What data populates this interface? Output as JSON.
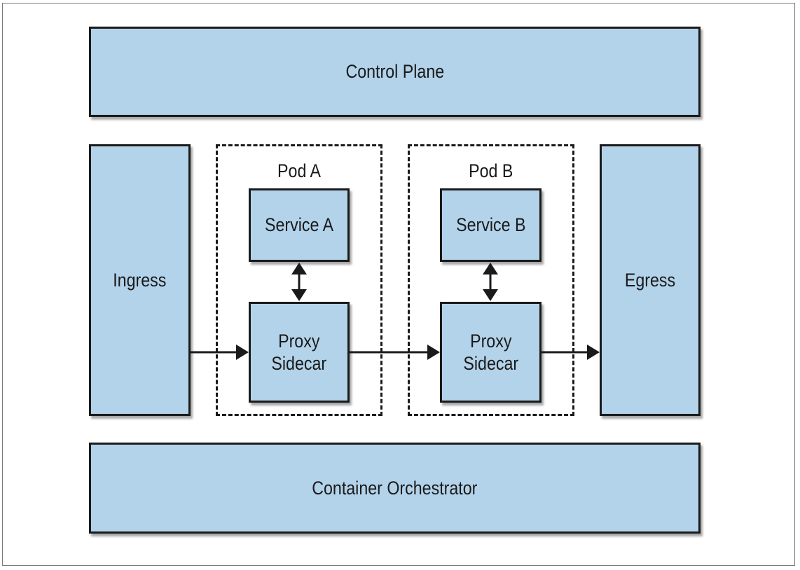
{
  "diagram": {
    "control_plane": "Control Plane",
    "container_orchestrator": "Container Orchestrator",
    "ingress": "Ingress",
    "egress": "Egress",
    "pod_a": {
      "title": "Pod A",
      "service": "Service A",
      "sidecar": "Proxy\nSidecar"
    },
    "pod_b": {
      "title": "Pod B",
      "service": "Service B",
      "sidecar": "Proxy\nSidecar"
    }
  },
  "colors": {
    "box_fill": "#b3d3ea",
    "stroke": "#1a1a1a"
  }
}
